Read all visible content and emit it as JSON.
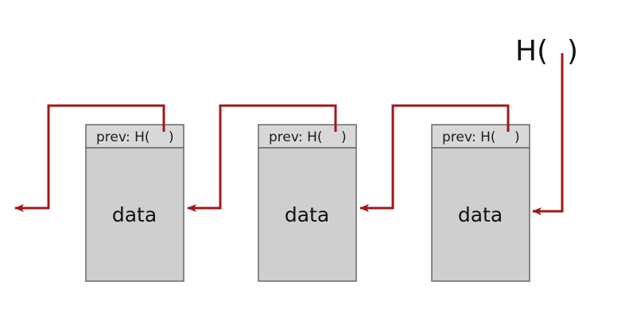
{
  "head_pointer": {
    "label_prefix": "H(",
    "label_suffix": ")"
  },
  "blocks": [
    {
      "header_prefix": "prev: H(",
      "header_suffix": ")",
      "body": "data"
    },
    {
      "header_prefix": "prev: H(",
      "header_suffix": ")",
      "body": "data"
    },
    {
      "header_prefix": "prev: H(",
      "header_suffix": ")",
      "body": "data"
    }
  ],
  "colors": {
    "pointer": "#a01818",
    "block_fill": "#cfcfcf",
    "block_stroke": "#6f6f6f"
  }
}
